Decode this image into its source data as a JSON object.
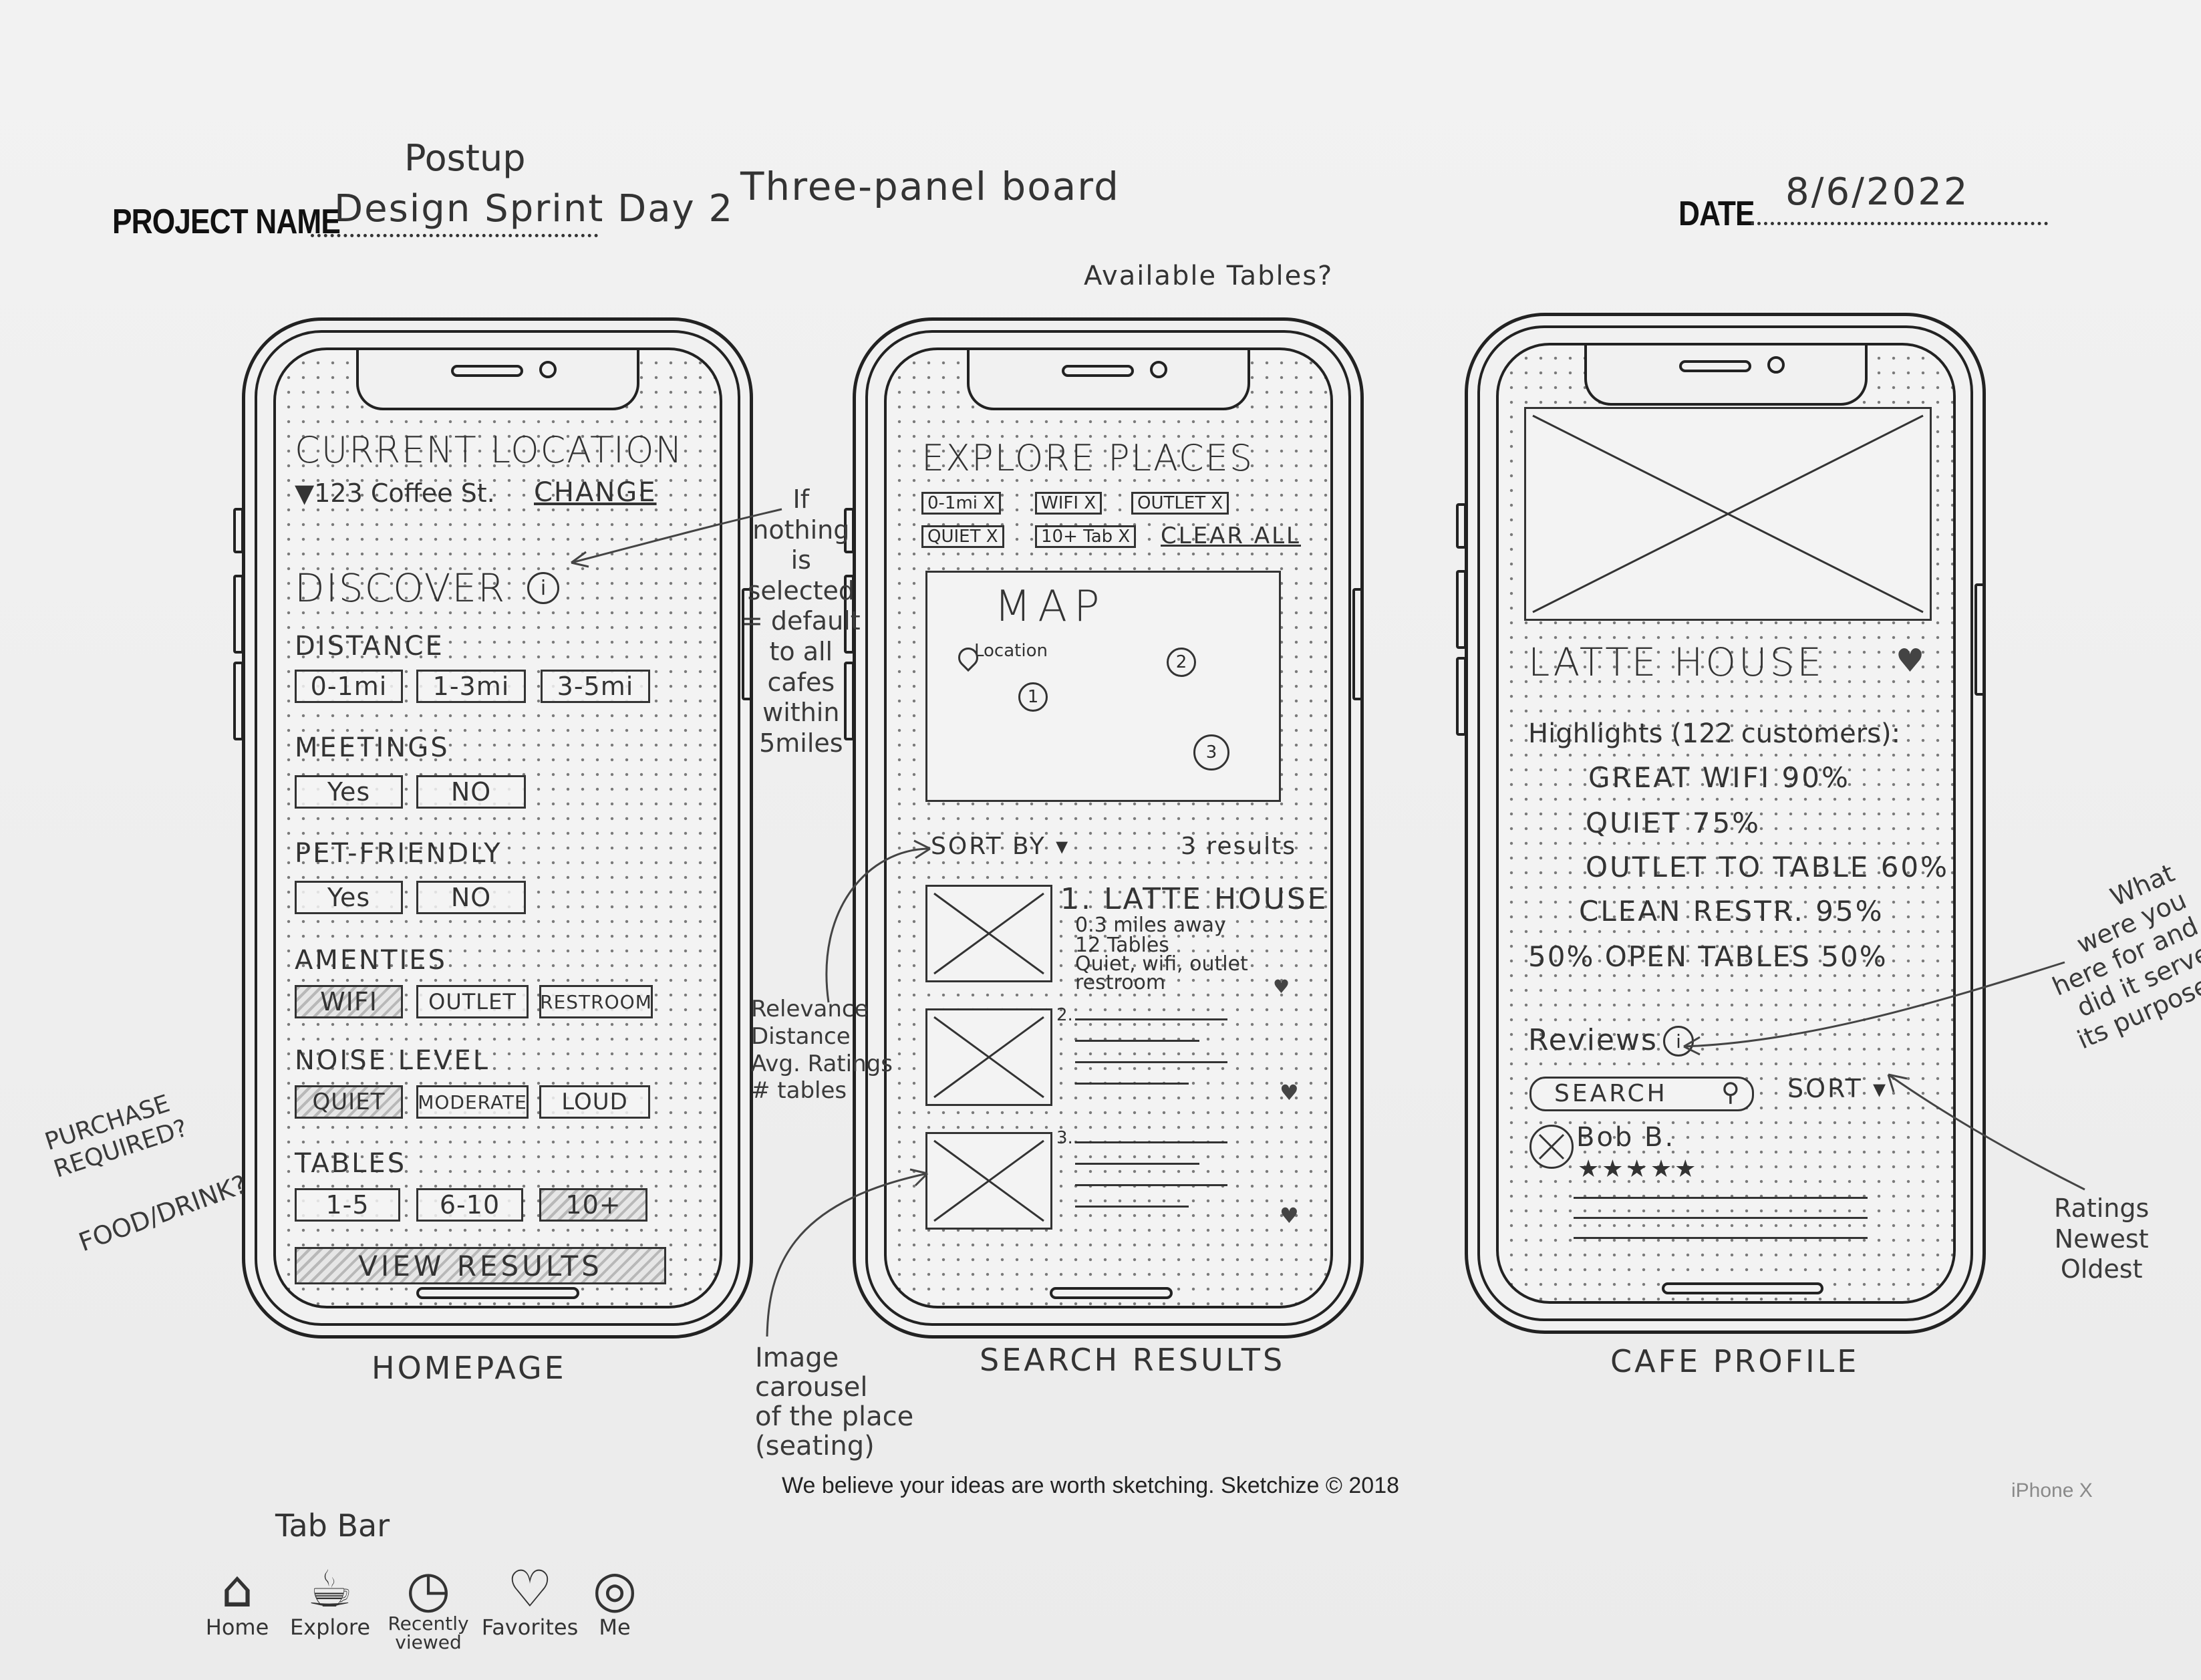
{
  "header": {
    "project_label": "PROJECT NAME",
    "project_top": "Postup",
    "project_value": "Design Sprint Day 2",
    "board_title": "Three-panel board",
    "date_label": "DATE",
    "date_value": "8/6/2022"
  },
  "top_note": "Available Tables?",
  "homepage": {
    "caption": "HOMEPAGE",
    "current_location": "CURRENT LOCATION",
    "address": "▼123 Coffee St.",
    "change": "CHANGE",
    "discover": "DISCOVER",
    "distance_label": "DISTANCE",
    "distance_options": [
      "0-1mi",
      "1-3mi",
      "3-5mi"
    ],
    "meetings_label": "MEETINGS",
    "meetings_options": [
      "Yes",
      "NO"
    ],
    "pet_label": "PET-FRIENDLY",
    "pet_options": [
      "Yes",
      "NO"
    ],
    "amenities_label": "AMENTIES",
    "amenities_options": [
      "WIFI",
      "OUTLET",
      "RESTROOM"
    ],
    "noise_label": "NOISE LEVEL",
    "noise_options": [
      "QUIET",
      "MODERATE",
      "LOUD"
    ],
    "tables_label": "TABLES",
    "tables_options": [
      "1-5",
      "6-10",
      "10+"
    ],
    "view_results": "VIEW RESULTS"
  },
  "search": {
    "caption": "SEARCH RESULTS",
    "title": "EXPLORE PLACES",
    "filters": [
      "0-1mi X",
      "WIFI X",
      "OUTLET X",
      "QUIET X",
      "10+ Tab X"
    ],
    "clear_all": "CLEAR ALL",
    "map_label": "MAP",
    "location_label": "Location",
    "map_pins": [
      "1",
      "2",
      "3"
    ],
    "sort_by": "SORT BY ▾",
    "results_count": "3 results",
    "result1_title": "1. LATTE HOUSE",
    "result1_lines": [
      "0.3 miles away",
      "12 Tables",
      "Quiet, wifi, outlet",
      "restroom"
    ],
    "result2_num": "2.",
    "result3_num": "3."
  },
  "cafe": {
    "caption": "CAFE PROFILE",
    "name": "LATTE HOUSE",
    "highlights": "Highlights (122 customers):",
    "stats": [
      "GREAT WIFI  90%",
      "QUIET  75%",
      "OUTLET TO TABLE 60%",
      "CLEAN RESTR.  95%",
      "50% OPEN TABLES  50%"
    ],
    "reviews": "Reviews",
    "search": "SEARCH",
    "sort": "SORT ▾",
    "reviewer": "Bob B.",
    "stars": "★★★★★"
  },
  "notes": {
    "nothing_selected": [
      "If",
      "nothing",
      "is",
      "selected",
      "= default",
      "to all",
      "cafes",
      "within",
      "5miles"
    ],
    "sort_options": [
      "Relevance",
      "Distance",
      "Avg. Ratings",
      "# tables"
    ],
    "image_carousel": [
      "Image",
      "carousel",
      "of the place",
      "(seating)"
    ],
    "purchase": [
      "PURCHASE",
      "REQUIRED?"
    ],
    "food_drink": "FOOD/DRINK?",
    "what_were_you": [
      "What",
      "were you",
      "here for and",
      "did it serve",
      "its purpose?"
    ],
    "ratings": [
      "Ratings",
      "Newest",
      "Oldest"
    ]
  },
  "footer": {
    "tagline": "We believe your ideas are worth sketching. Sketchize © 2018",
    "device": "iPhone X"
  },
  "tab_bar": {
    "title": "Tab Bar",
    "items": [
      {
        "icon": "home-icon",
        "label": "Home"
      },
      {
        "icon": "coffee-cup-icon",
        "label": "Explore"
      },
      {
        "icon": "history-icon",
        "label": "Recently viewed"
      },
      {
        "icon": "heart-icon",
        "label": "Favorites"
      },
      {
        "icon": "profile-icon",
        "label": "Me"
      }
    ]
  }
}
